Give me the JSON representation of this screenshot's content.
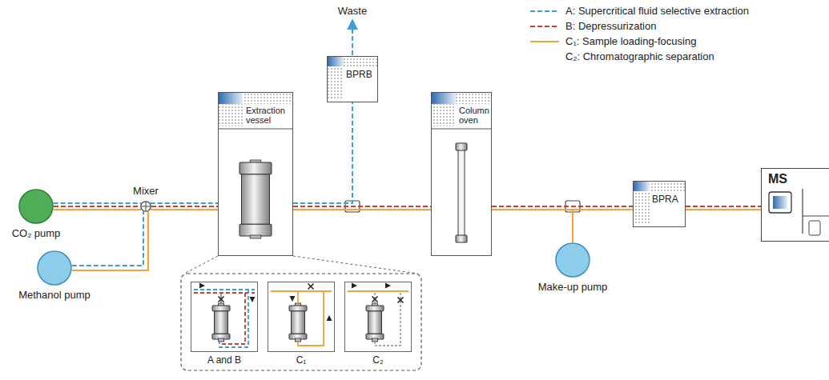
{
  "diagram": {
    "nodes": [
      {
        "text": [
          "CO₂ pump"
        ]
      },
      {
        "text": [
          "Methanol pump"
        ]
      },
      {
        "text": [
          "Mixer"
        ]
      },
      {
        "text": [
          "Extraction vessel"
        ]
      },
      {
        "text": [
          "BPRB"
        ]
      },
      {
        "text": [
          "Column oven"
        ]
      },
      {
        "text": [
          "Make-up pump"
        ]
      },
      {
        "text": [
          "BPRA"
        ]
      },
      {
        "text": [
          "MS"
        ]
      },
      {
        "text": [
          "A and B"
        ]
      },
      {
        "text": [
          "C₁"
        ]
      },
      {
        "text": [
          "C₂"
        ]
      }
    ],
    "edges": [
      {
        "from": 0,
        "to": 2,
        "arrow": "none"
      },
      {
        "from": 1,
        "to": 2,
        "arrow": "none"
      },
      {
        "from": 2,
        "to": 3,
        "arrow": "none"
      },
      {
        "from": 3,
        "to": 4,
        "arrow": "none"
      },
      {
        "from": 3,
        "to": 5,
        "arrow": "none"
      },
      {
        "from": 5,
        "to": 7,
        "arrow": "none"
      },
      {
        "from": 6,
        "to": 7,
        "arrow": "none"
      },
      {
        "from": 7,
        "to": 8,
        "arrow": "none"
      }
    ],
    "labels": [
      "Waste"
    ],
    "legend": [
      {
        "text": "A: Supercritical fluid selective extraction"
      },
      {
        "text": "B: Depressurization"
      },
      {
        "text": "C₁: Sample loading-focusing"
      },
      {
        "text": "C₂: Chromatographic separation"
      }
    ]
  }
}
